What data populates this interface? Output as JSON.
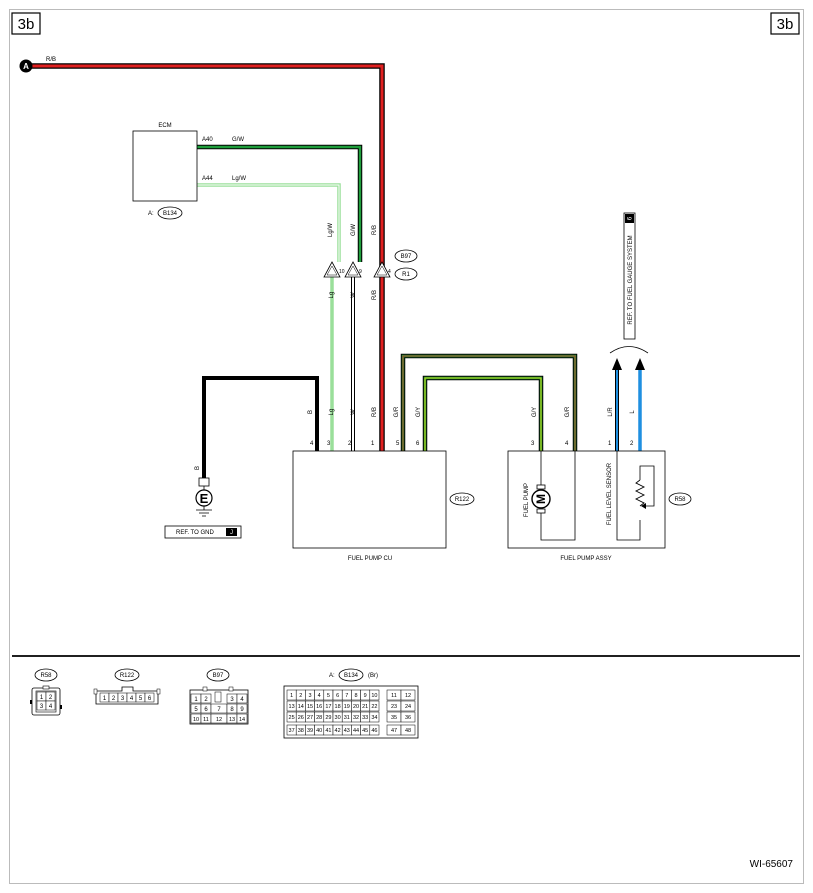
{
  "page": {
    "corner_left": "3b",
    "corner_right": "3b",
    "drawing_id": "WI-65607"
  },
  "colors": {
    "red": "#e02020",
    "green": "#1f9e3c",
    "light_green": "#9adf9a",
    "blue": "#1f8fe0",
    "ink": "#000000"
  },
  "nodes": {
    "a": "A"
  },
  "wires": {
    "top_rb": "R/B",
    "ecm_a40_wire": "G/W",
    "ecm_a44_wire": "Lg/W",
    "upper": {
      "lgw": "Lg/W",
      "gw": "G/W",
      "rb": "R/B"
    },
    "lower": {
      "lg": "Lg",
      "w": "W",
      "rb": "R/B"
    },
    "cu": {
      "b": "B",
      "lg": "Lg",
      "w": "W",
      "rb": "R/B",
      "gr": "G/R",
      "gy": "G/Y"
    },
    "pump": {
      "gy": "G/Y",
      "gr": "G/R"
    },
    "sensor": {
      "lr": "L/R",
      "l": "L"
    },
    "ground_b": "B"
  },
  "ecm": {
    "title": "ECM",
    "pin_a40": "A40",
    "pin_a44": "A44",
    "conn_prefix": "A:",
    "conn": "B134"
  },
  "connector_b97": {
    "pins": [
      "10",
      "9",
      "4"
    ],
    "label_b97": "B97",
    "label_r1": "R1"
  },
  "fuel_pump_cu": {
    "label": "FUEL PUMP CU",
    "conn": "R122",
    "pins": [
      "4",
      "3",
      "2",
      "1",
      "5",
      "6"
    ]
  },
  "fuel_pump_assy": {
    "label": "FUEL PUMP ASSY",
    "conn": "R58",
    "pins": [
      "3",
      "4",
      "1",
      "2"
    ],
    "pump": "FUEL PUMP",
    "motor": "M",
    "sensor": "FUEL LEVEL SENSOR"
  },
  "ground": {
    "symbol": "E",
    "ref": "REF. TO GND",
    "ref_tag": "J"
  },
  "gauge_ref": {
    "text": "REF. TO FUEL GAUGE SYSTEM",
    "tag": "6"
  },
  "legend": {
    "r58": {
      "label": "R58",
      "pins": [
        "1",
        "2",
        "3",
        "4"
      ]
    },
    "r122": {
      "label": "R122",
      "pins": [
        "1",
        "2",
        "3",
        "4",
        "5",
        "6"
      ]
    },
    "b97": {
      "label": "B97",
      "pins": [
        "1",
        "2",
        "3",
        "4",
        "5",
        "6",
        "7",
        "8",
        "9",
        "10",
        "11",
        "12",
        "13",
        "14"
      ]
    },
    "b134": {
      "prefix": "A:",
      "label": "B134",
      "suffix": "(Br)",
      "row1": [
        "1",
        "2",
        "3",
        "4",
        "5",
        "6",
        "7",
        "8",
        "9",
        "10"
      ],
      "row2": [
        "13",
        "14",
        "15",
        "16",
        "17",
        "18",
        "19",
        "20",
        "21",
        "22"
      ],
      "row3": [
        "25",
        "26",
        "27",
        "28",
        "29",
        "30",
        "31",
        "32",
        "33",
        "34"
      ],
      "row4": [
        "37",
        "38",
        "39",
        "40",
        "41",
        "42",
        "43",
        "44",
        "45",
        "46"
      ],
      "side": [
        "11",
        "12",
        "23",
        "24",
        "35",
        "36",
        "47",
        "48"
      ]
    }
  }
}
